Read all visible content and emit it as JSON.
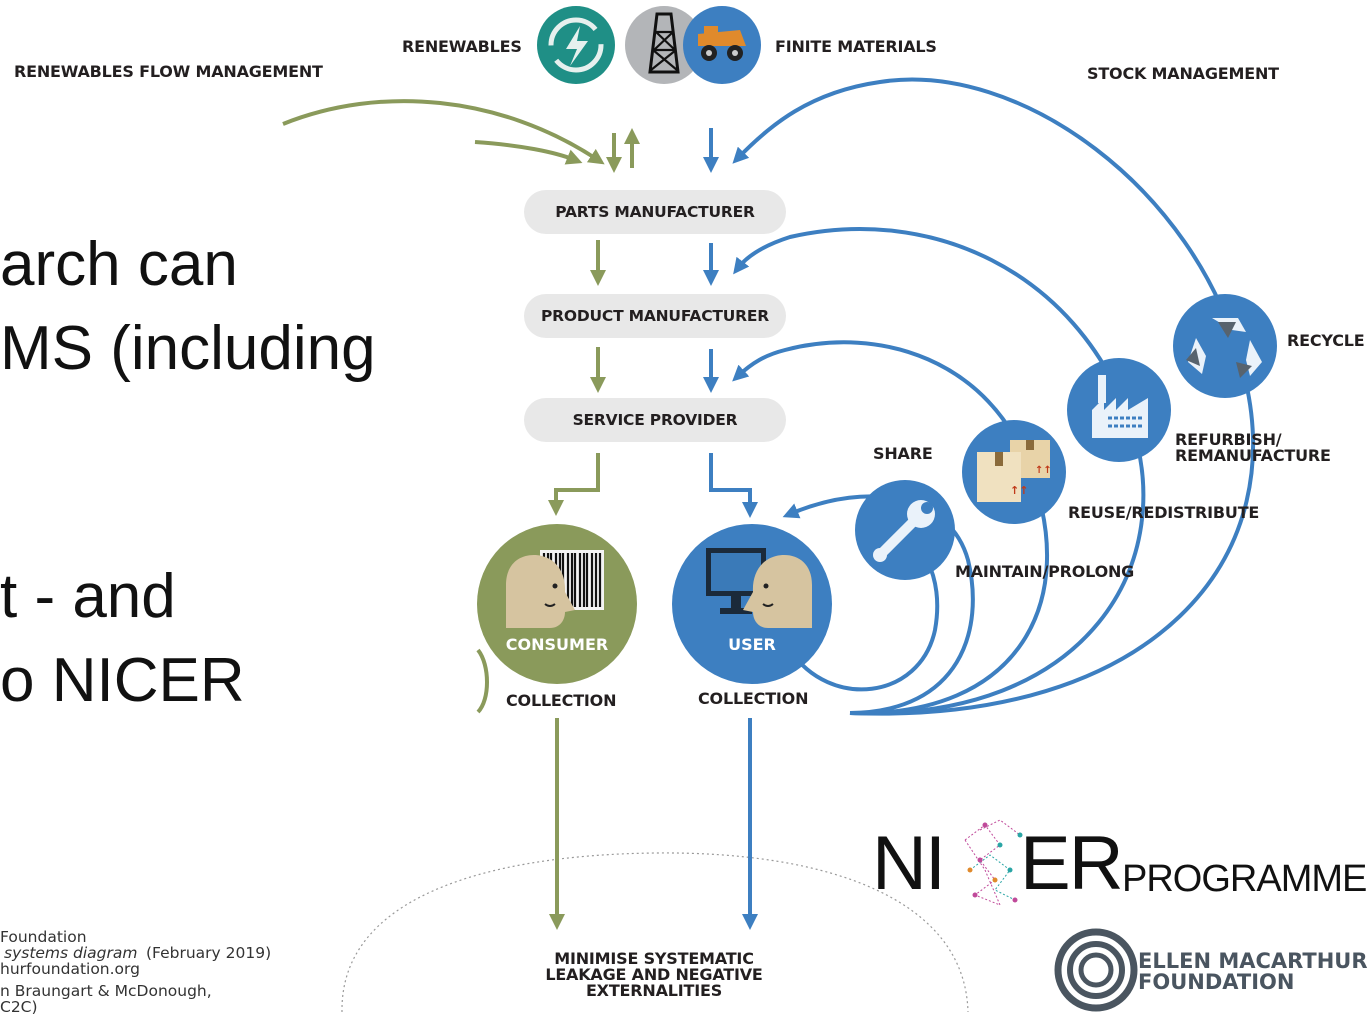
{
  "slide": {
    "lines": [
      "arch can",
      "MS (including",
      "t  - and",
      "o NICER"
    ]
  },
  "footnote": {
    "lines": [
      "Foundation",
      "systems diagram",
      "(February 2019)",
      "hurfoundation.org",
      "n Braungart & McDonough,",
      "C2C)"
    ]
  },
  "diagram": {
    "renewables_flow_management": "RENEWABLES FLOW MANAGEMENT",
    "renewables": "RENEWABLES",
    "finite_materials": "FINITE MATERIALS",
    "stock_management": "STOCK MANAGEMENT",
    "parts_manufacturer": "PARTS MANUFACTURER",
    "product_manufacturer": "PRODUCT MANUFACTURER",
    "service_provider": "SERVICE PROVIDER",
    "consumer": "CONSUMER",
    "user": "USER",
    "collection_left": "COLLECTION",
    "collection_right": "COLLECTION",
    "share": "SHARE",
    "maintain_prolong": "MAINTAIN/PROLONG",
    "reuse_redistribute": "REUSE/REDISTRIBUTE",
    "refurbish_line1": "REFURBISH/",
    "refurbish_line2": "REMANUFACTURE",
    "recycle": "RECYCLE",
    "leakage_lines": [
      "MINIMISE SYSTEMATIC",
      "LEAKAGE AND NEGATIVE",
      "EXTERNALITIES"
    ]
  },
  "logos": {
    "nicer_a": "NI",
    "nicer_b": "ER",
    "programme": "PROGRAMME",
    "emf_line1": "ELLEN MACARTHUR",
    "emf_line2": "FOUNDATION"
  },
  "colors": {
    "green": "#8a9a5b",
    "blue": "#3d7fc1",
    "teal": "#1f8f86",
    "grey_pill": "#e8e8e8"
  }
}
